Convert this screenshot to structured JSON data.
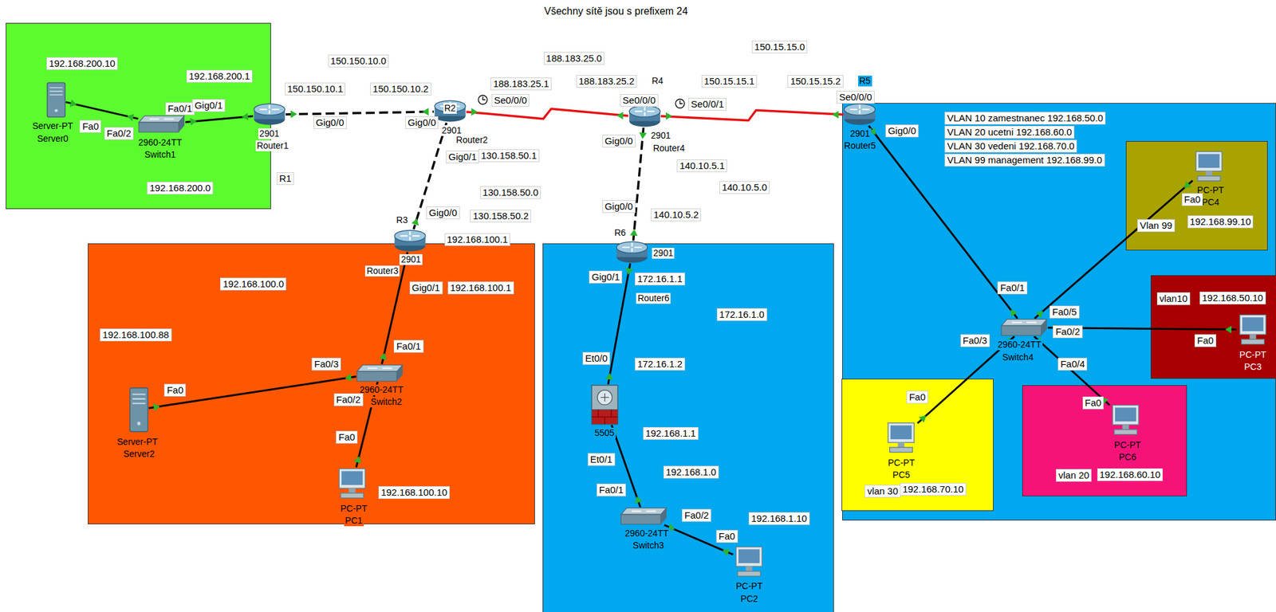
{
  "diagram": {
    "title": "Všechny sítě jsou s prefixem 24",
    "nodes": [
      {
        "text": [
          "192.168.200.0"
        ]
      },
      {
        "text": [
          "Server-PT",
          "Server0"
        ],
        "in": 0
      },
      {
        "text": [
          "2960-24TT",
          "Switch1"
        ],
        "in": 0
      },
      {
        "text": [
          "2901",
          "Router1"
        ]
      },
      {
        "text": [
          "R2",
          "2901",
          "Router2"
        ]
      },
      {
        "text": [
          "R4",
          "2901",
          "Router4"
        ]
      },
      {
        "text": [
          "VLAN 10 zamestnanec 192.168.50.0",
          "VLAN 20 ucetni 192.168.60.0",
          "VLAN 30 vedeni 192.168.70.0",
          "VLAN 99 management 192.168.99.0"
        ]
      },
      {
        "text": [
          "R5",
          "2901",
          "Router5"
        ],
        "in": 6
      },
      {
        "text": [
          "Vlan 99"
        ],
        "in": 6
      },
      {
        "text": [
          "PC-PT",
          "PC4"
        ],
        "in": 8
      },
      {
        "text": [
          "2960-24TT",
          "Switch4"
        ],
        "in": 6
      },
      {
        "text": [
          "vlan10"
        ],
        "in": 6
      },
      {
        "text": [
          "PC-PT",
          "PC3"
        ],
        "in": 11
      },
      {
        "text": [
          "vlan 30"
        ],
        "in": 6
      },
      {
        "text": [
          "PC-PT",
          "PC5"
        ],
        "in": 13
      },
      {
        "text": [
          "vlan 20"
        ],
        "in": 6
      },
      {
        "text": [
          "PC-PT",
          "PC6"
        ],
        "in": 15
      },
      {
        "text": [
          "R3",
          "2901",
          "Router3"
        ]
      },
      {
        "text": [
          "R6",
          "2901",
          "Router6"
        ]
      },
      {
        "text": [
          "192.168.100.0"
        ]
      },
      {
        "text": [
          "2960-24TT",
          "Switch2"
        ],
        "in": 19
      },
      {
        "text": [
          "Server-PT",
          "Server2"
        ],
        "in": 19
      },
      {
        "text": [
          "PC-PT",
          "PC1"
        ],
        "in": 19
      },
      {
        "text": [
          "172.16.1.0"
        ]
      },
      {
        "text": [
          "5505"
        ],
        "in": 23
      },
      {
        "text": [
          "2960-24TT",
          "Switch3"
        ],
        "in": 23
      },
      {
        "text": [
          "PC-PT",
          "PC2"
        ],
        "in": 23
      }
    ],
    "edges": [
      {
        "from": 1,
        "to": 2,
        "arrow": "none"
      },
      {
        "from": 2,
        "to": 3,
        "arrow": "none"
      },
      {
        "from": 3,
        "to": 4,
        "arrow": "none"
      },
      {
        "from": 4,
        "to": 5,
        "arrow": "none"
      },
      {
        "from": 5,
        "to": 7,
        "arrow": "none"
      },
      {
        "from": 4,
        "to": 17,
        "arrow": "none"
      },
      {
        "from": 5,
        "to": 18,
        "arrow": "none"
      },
      {
        "from": 17,
        "to": 20,
        "arrow": "none"
      },
      {
        "from": 20,
        "to": 21,
        "arrow": "none"
      },
      {
        "from": 20,
        "to": 22,
        "arrow": "none"
      },
      {
        "from": 18,
        "to": 24,
        "arrow": "none"
      },
      {
        "from": 24,
        "to": 25,
        "arrow": "none"
      },
      {
        "from": 25,
        "to": 26,
        "arrow": "none"
      },
      {
        "from": 7,
        "to": 10,
        "arrow": "none"
      },
      {
        "from": 10,
        "to": 9,
        "arrow": "none"
      },
      {
        "from": 10,
        "to": 12,
        "arrow": "none"
      },
      {
        "from": 10,
        "to": 14,
        "arrow": "none"
      },
      {
        "from": 10,
        "to": 16,
        "arrow": "none"
      }
    ],
    "labels": [
      "192.168.200.10",
      "192.168.200.1",
      "Fa0",
      "Fa0/2",
      "Fa0/1",
      "Gig0/1",
      "R1",
      "150.150.10.0",
      "150.150.10.1",
      "150.150.10.2",
      "Gig0/0",
      "Gig0/0",
      "188.183.25.1",
      "Se0/0/0",
      "188.183.25.0",
      "188.183.25.2",
      "Se0/0/0",
      "Se0/0/1",
      "150.15.15.0",
      "150.15.15.1",
      "150.15.15.2",
      "Se0/0/0",
      "Gig0/0",
      "Gig0/1",
      "130.158.50.1",
      "130.158.50.0",
      "Gig0/0",
      "130.158.50.2",
      "192.168.100.1",
      "Gig0/1",
      "192.168.100.1",
      "Fa0/1",
      "Fa0/3",
      "Fa0/2",
      "Fa0",
      "192.168.100.88",
      "Fa0",
      "192.168.100.10",
      "Gig0/0",
      "140.10.5.1",
      "140.10.5.0",
      "Gig0/0",
      "140.10.5.2",
      "Gig0/1",
      "172.16.1.1",
      "Et0/0",
      "172.16.1.2",
      "192.168.1.1",
      "Et0/1",
      "192.168.1.0",
      "Fa0/1",
      "Fa0/2",
      "192.168.1.10",
      "Fa0",
      "Fa0/1",
      "Fa0/5",
      "Fa0/3",
      "Fa0/2",
      "Fa0/4",
      "Fa0",
      "192.168.99.10",
      "192.168.50.10",
      "Fa0",
      "Fa0",
      "192.168.70.10",
      "192.168.60.10",
      "Fa0"
    ]
  }
}
